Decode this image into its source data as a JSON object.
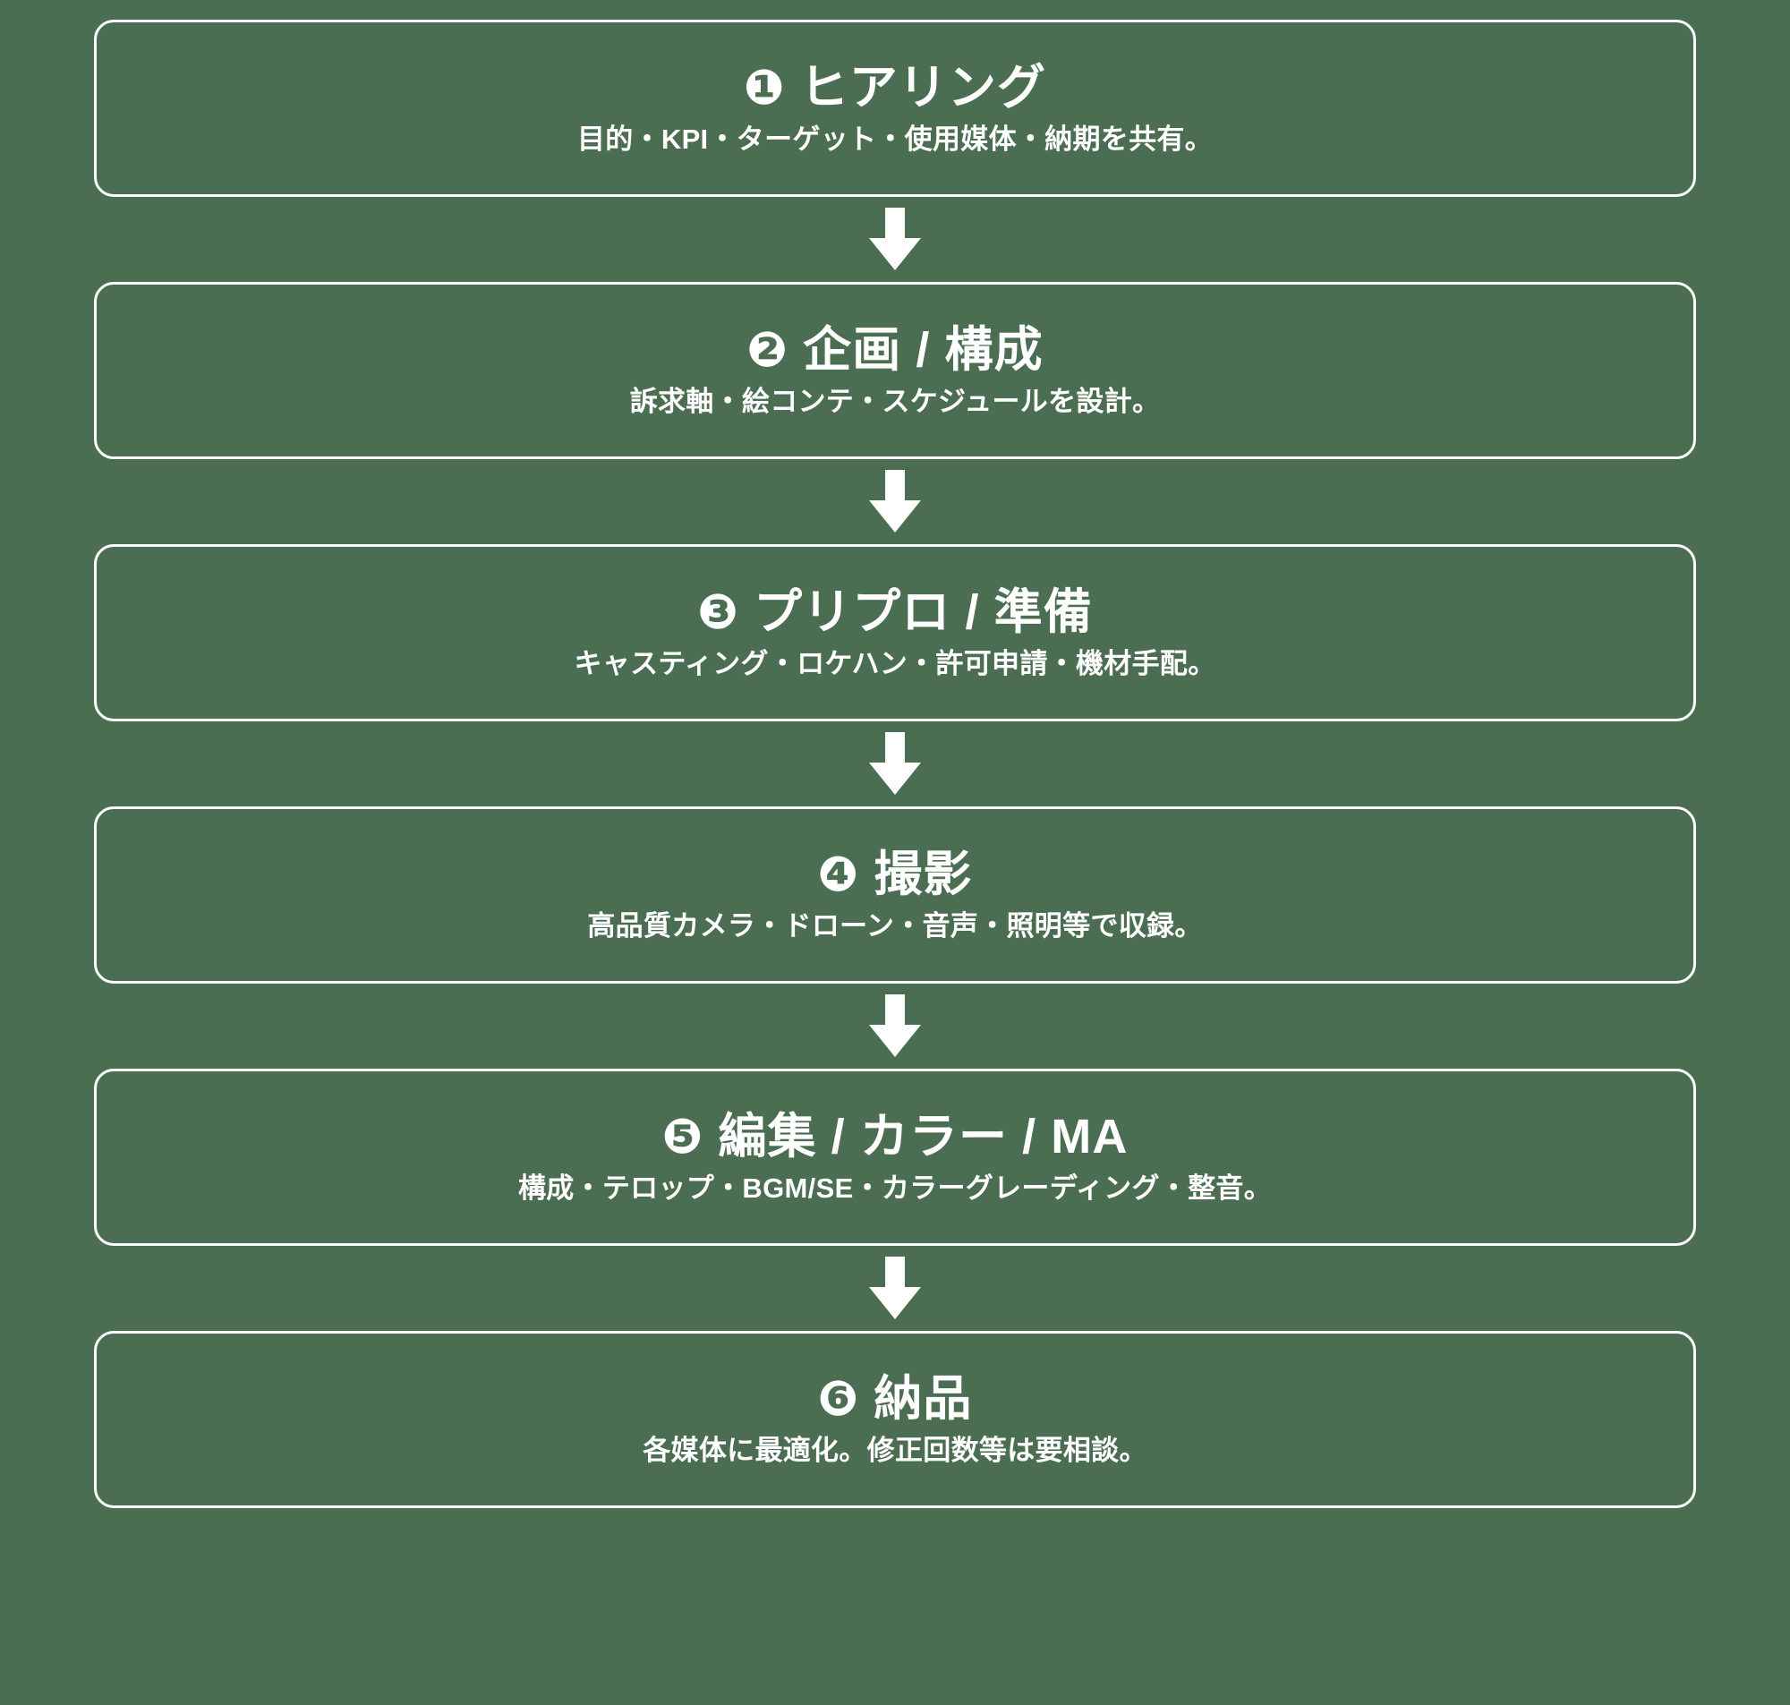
{
  "theme": {
    "background_color": "#4b6d51",
    "foreground_color": "#ffffff",
    "border_color": "#ffffff"
  },
  "flow": {
    "arrow_icon": "arrow-down-icon",
    "steps": [
      {
        "number": "❶",
        "title": "❶ ヒアリング",
        "description": "目的・KPI・ターゲット・使用媒体・納期を共有。"
      },
      {
        "number": "❷",
        "title": "❷ 企画 / 構成",
        "description": "訴求軸・絵コンテ・スケジュールを設計。"
      },
      {
        "number": "❸",
        "title": "❸ プリプロ / 準備",
        "description": "キャスティング・ロケハン・許可申請・機材手配。"
      },
      {
        "number": "❹",
        "title": "❹ 撮影",
        "description": "高品質カメラ・ドローン・音声・照明等で収録。"
      },
      {
        "number": "❺",
        "title": "❺ 編集 / カラー / MA",
        "description": "構成・テロップ・BGM/SE・カラーグレーディング・整音。"
      },
      {
        "number": "❻",
        "title": "❻ 納品",
        "description": "各媒体に最適化。修正回数等は要相談。"
      }
    ]
  }
}
